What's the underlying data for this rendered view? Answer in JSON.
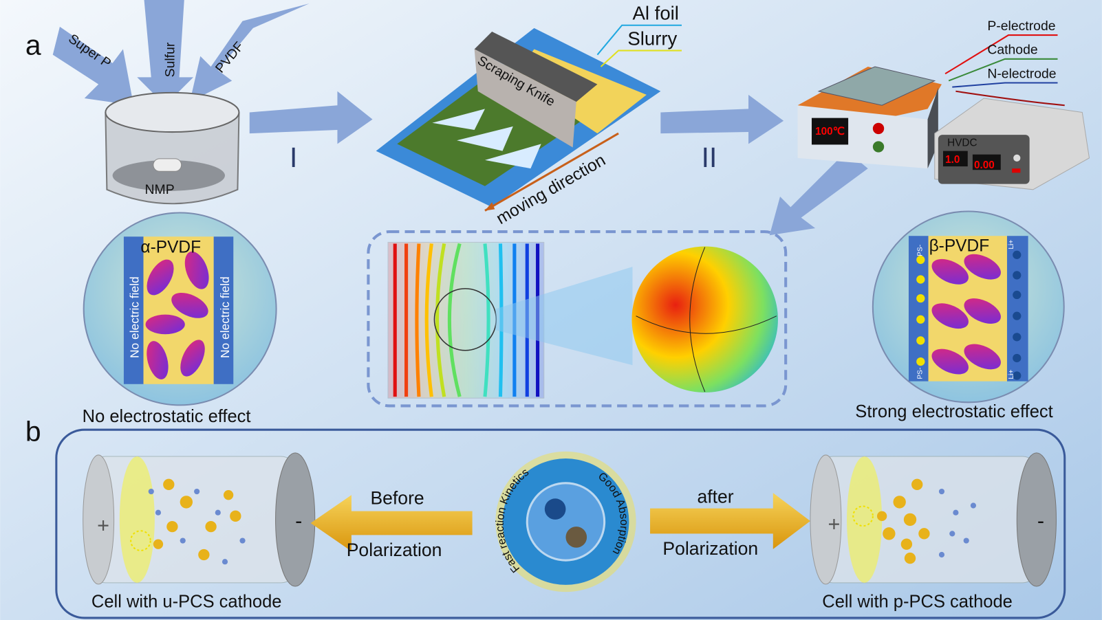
{
  "panels": {
    "a": "a",
    "b": "b"
  },
  "ingredients": {
    "super_p": "Super P",
    "sulfur": "Sulfur",
    "pvdf": "PVDF",
    "solvent": "NMP"
  },
  "steps": {
    "step1": "I",
    "step2": "II"
  },
  "coating": {
    "al_foil": "Al foil",
    "slurry": "Slurry",
    "knife": "Scraping Knife",
    "direction": "moving direction"
  },
  "poling": {
    "p_electrode": "P-electrode",
    "cathode": "Cathode",
    "n_electrode": "N-electrode",
    "temperature": "100℃",
    "hvdc_label": "HVDC",
    "voltage": "1.0",
    "current": "0.00"
  },
  "alpha": {
    "title": "α-PVDF",
    "side_left": "No electric field",
    "side_right": "No electric field",
    "caption": "No electrostatic effect"
  },
  "beta": {
    "title": "β-PVDF",
    "ps_top": "PS-",
    "ps_bottom": "PS-",
    "li_top": "Li+",
    "li_bottom": "Li+",
    "caption": "Strong electrostatic effect"
  },
  "cells": {
    "left_caption": "Cell with u-PCS cathode",
    "right_caption": "Cell with p-PCS cathode",
    "plus": "+",
    "minus": "-"
  },
  "arrows": {
    "before": "Before",
    "before_sub": "Polarization",
    "after": "after",
    "after_sub": "Polarization"
  },
  "center": {
    "kinetics": "Fast reaction Kinetics",
    "absorption": "Good Absorption"
  },
  "colors": {
    "arrow_blue": "#8aa6d8",
    "gold": "#e8b21a",
    "frame": "#3a5a9a",
    "pvdf_yellow": "#f2d76b",
    "electrode_blue": "#3f6fc4"
  }
}
